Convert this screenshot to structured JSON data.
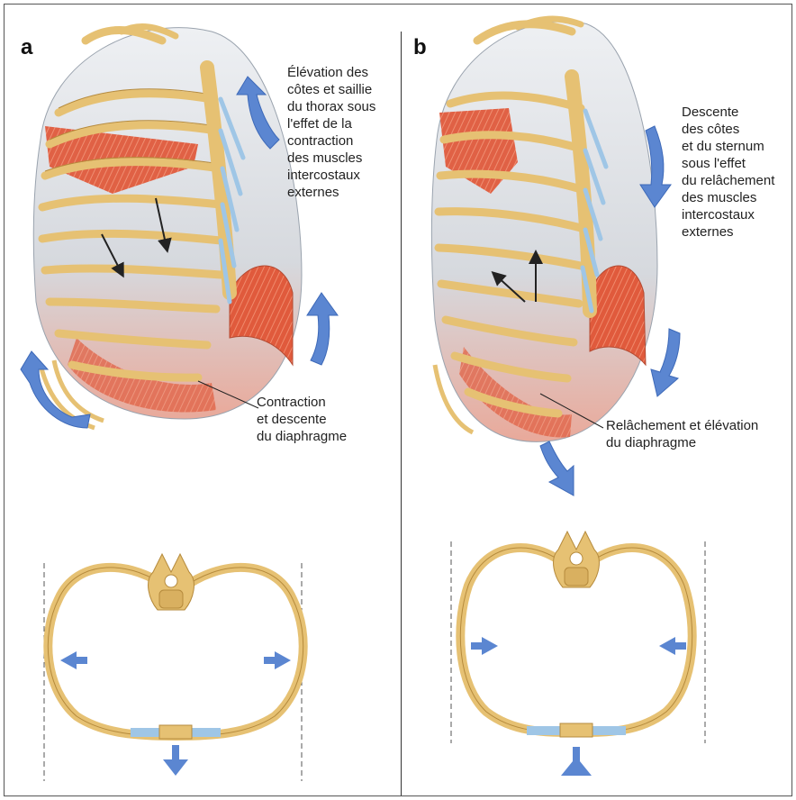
{
  "panels": {
    "a": {
      "letter": "a",
      "caption_top": "Élévation des\ncôtes et saillie\ndu thorax sous\nl'effet de la\ncontraction\ndes muscles\nintercostaux\nexternes",
      "caption_bottom": "Contraction\net descente\ndu diaphragme"
    },
    "b": {
      "letter": "b",
      "caption_top": "Descente\ndes côtes\net du sternum\nsous l'effet\ndu relâchement\ndes muscles\nintercostaux\nexternes",
      "caption_bottom": "Relâchement et élévation\ndu diaphragme"
    }
  },
  "colors": {
    "bone": "#e6c173",
    "bone_edge": "#b58a3c",
    "cartilage": "#9fc6e6",
    "muscle": "#e05a3c",
    "arrow": "#5b86d1",
    "lung": "#d8dbe0"
  }
}
